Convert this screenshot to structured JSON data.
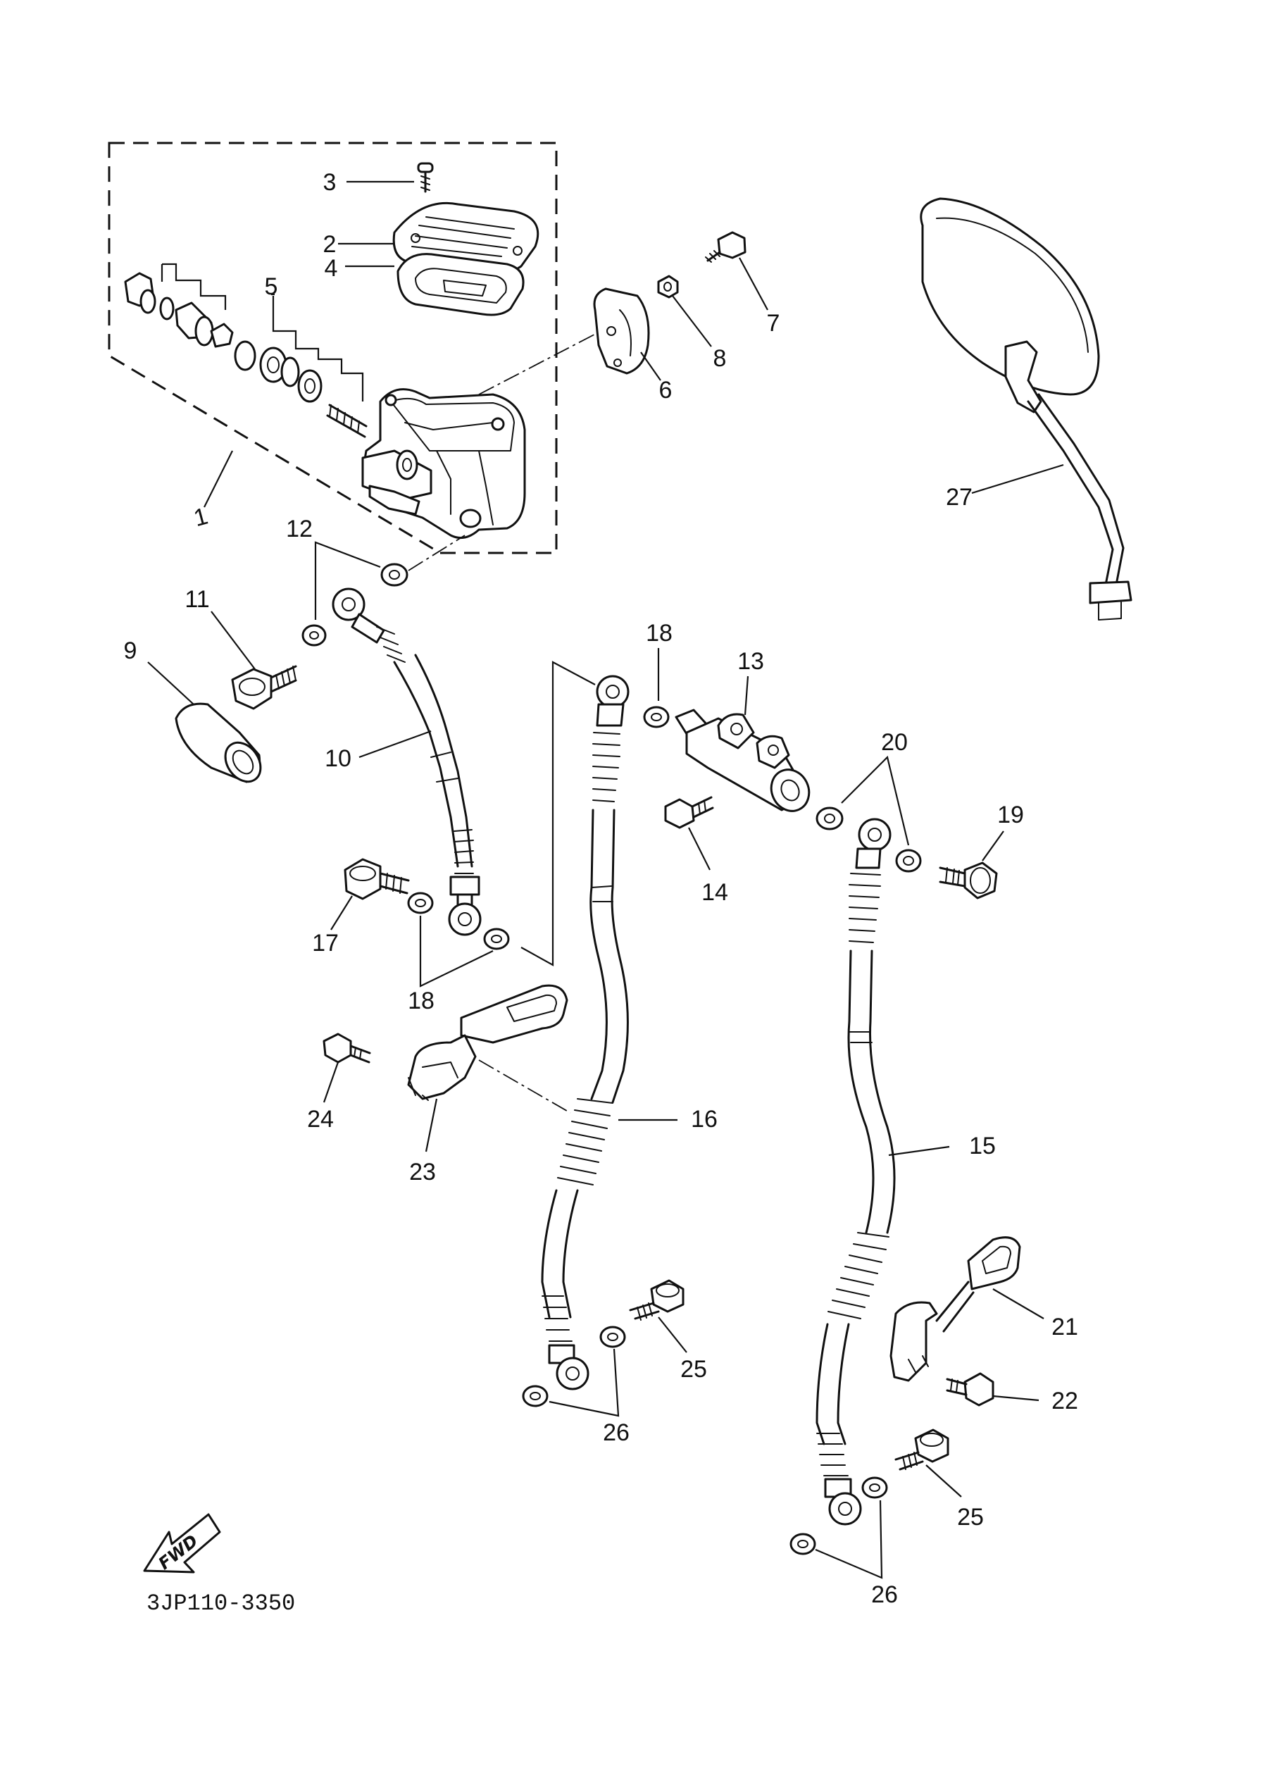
{
  "diagram": {
    "drawing_code": "3JP110-3350",
    "direction_label": "FWD",
    "labels": {
      "p1": "1",
      "p2": "2",
      "p3": "3",
      "p4": "4",
      "p5": "5",
      "p6": "6",
      "p7": "7",
      "p8": "8",
      "p9": "9",
      "p10": "10",
      "p11": "11",
      "p12": "12",
      "p13": "13",
      "p14": "14",
      "p15": "15",
      "p16": "16",
      "p17": "17",
      "p18a": "18",
      "p18b": "18",
      "p19": "19",
      "p20": "20",
      "p21": "21",
      "p22": "22",
      "p23": "23",
      "p24": "24",
      "p25a": "25",
      "p25b": "25",
      "p26a": "26",
      "p26b": "26",
      "p27": "27"
    }
  }
}
